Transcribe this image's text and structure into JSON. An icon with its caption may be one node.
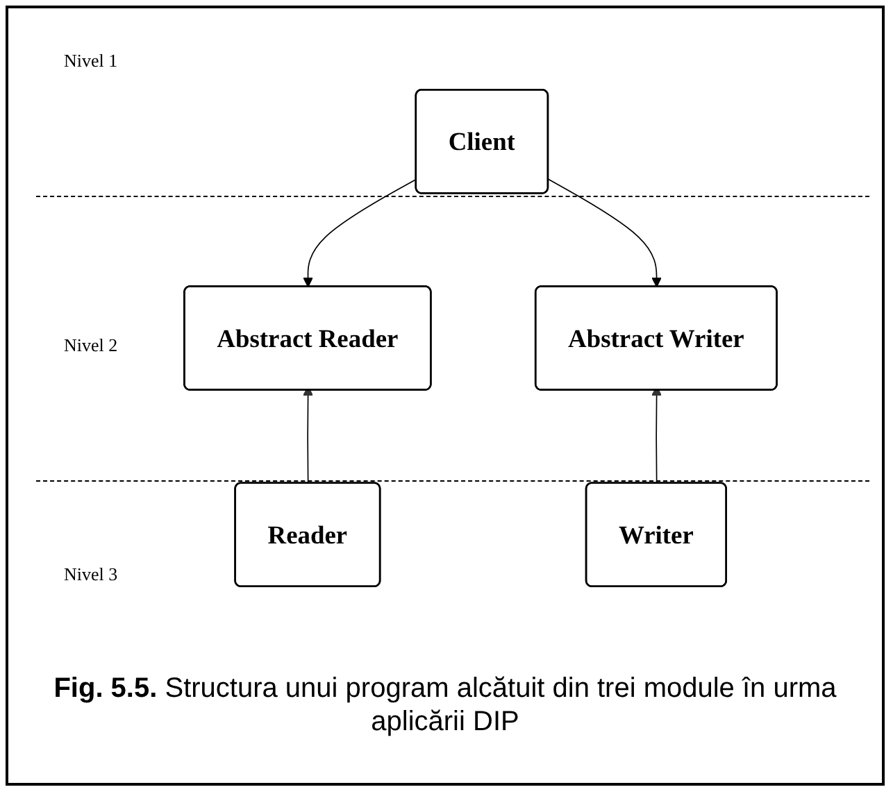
{
  "diagram": {
    "caption": "**Fig. 5.5.** Structura unui program alcătuit din trei module în urma aplicării DIP",
    "nodes": [
      {
        "text": [
          "Client"
        ]
      },
      {
        "text": [
          "Abstract Reader"
        ]
      },
      {
        "text": [
          "Abstract Writer"
        ]
      },
      {
        "text": [
          "Reader"
        ]
      },
      {
        "text": [
          "Writer"
        ]
      }
    ],
    "edges": [
      {
        "from": 0,
        "to": 1,
        "arrow": "to"
      },
      {
        "from": 0,
        "to": 2,
        "arrow": "to"
      },
      {
        "from": 3,
        "to": 1,
        "arrow": "to"
      },
      {
        "from": 4,
        "to": 2,
        "arrow": "to"
      }
    ],
    "labels": [
      "Nivel 1",
      "Nivel 2",
      "Nivel 3"
    ]
  }
}
